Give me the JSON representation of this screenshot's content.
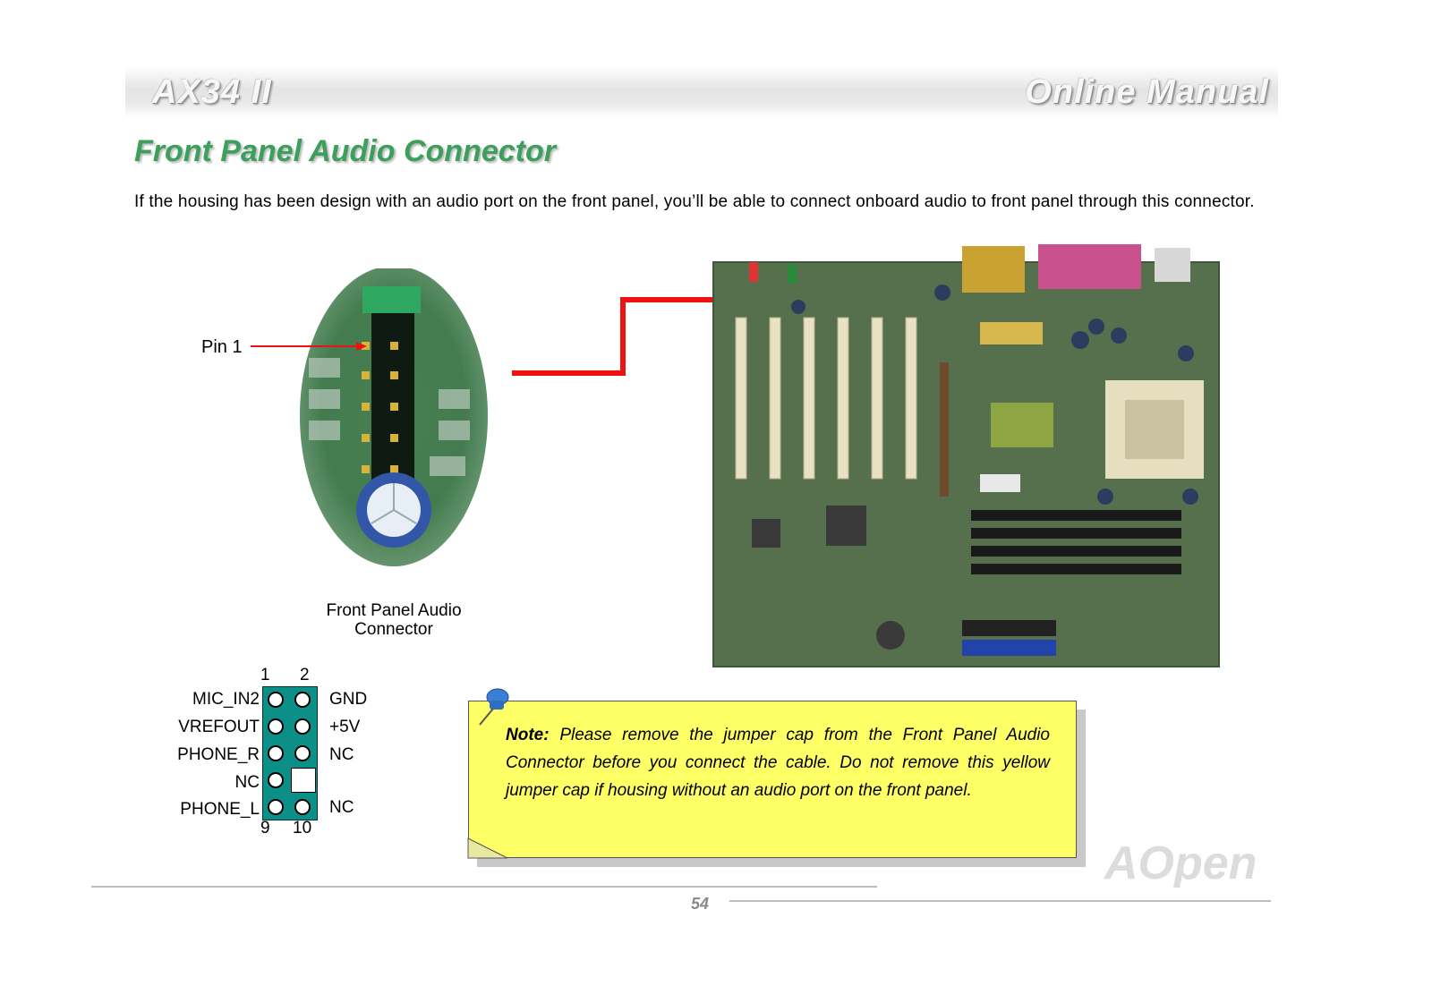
{
  "header": {
    "product": "AX34 II",
    "manual": "Online Manual"
  },
  "page_title": "Front Panel Audio Connector",
  "intro": "If the housing has been design with an audio port on the front panel, you’ll be able to connect onboard audio to front panel through this connector.",
  "closeup": {
    "pin1_label": "Pin  1",
    "caption_line1": "Front Panel Audio",
    "caption_line2": "Connector"
  },
  "pinout": {
    "top_numbers": [
      "1",
      "2"
    ],
    "bottom_numbers": [
      "9",
      "10"
    ],
    "left_signals": [
      "MIC_IN2",
      "VREFOUT",
      "PHONE_R",
      "NC",
      "PHONE_L"
    ],
    "right_signals": [
      "GND",
      "+5V",
      "NC",
      "",
      "NC"
    ]
  },
  "note": {
    "label": "Note:",
    "text": "Please remove the jumper cap from the Front Panel Audio Connector before you connect the cable. Do not remove this yellow jumper cap if housing without an audio port on the front panel."
  },
  "footer": {
    "page_number": "54",
    "logo_text": "AOpen"
  },
  "colors": {
    "title_green": "#3d9f5c",
    "note_yellow": "#ffff66",
    "pin_block": "#0b8f87",
    "arrow_red": "#ee1111"
  }
}
